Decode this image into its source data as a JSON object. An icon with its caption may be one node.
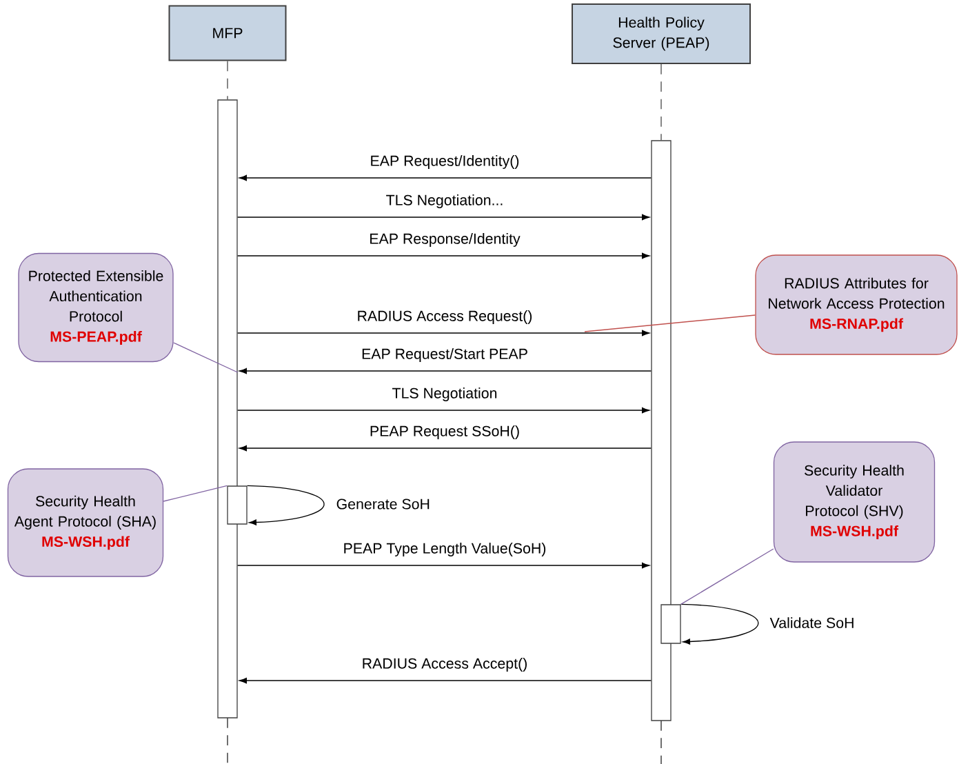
{
  "diagram": {
    "nodes": [
      {
        "text": [
          "MFP"
        ]
      },
      {
        "text": [
          "Health Policy Server (PEAP)"
        ]
      },
      {
        "text": [],
        "shape": "bar"
      },
      {
        "text": [],
        "shape": "bar"
      },
      {
        "text": [],
        "shape": "bar"
      },
      {
        "text": [],
        "shape": "bar"
      },
      {
        "text": [
          "Protected Extensible Authentication Protocol",
          "MS-PEAP.pdf"
        ]
      },
      {
        "text": [
          "RADIUS Attributes for Network Access Protection",
          "MS-RNAP.pdf"
        ]
      },
      {
        "text": [
          "Security Health Agent Protocol (SHA)",
          "MS-WSH.pdf"
        ]
      },
      {
        "text": [
          "Security Health Validator Protocol (SHV)",
          "MS-WSH.pdf"
        ]
      }
    ],
    "edges": [
      {
        "from": 0,
        "to": 2,
        "arrow": "none",
        "style": "dashed"
      },
      {
        "from": 1,
        "to": 3,
        "arrow": "none",
        "style": "dashed"
      },
      {
        "from": 3,
        "to": 2,
        "arrow": "to",
        "label": "EAP Request/Identity()"
      },
      {
        "from": 2,
        "to": 3,
        "arrow": "to",
        "label": "TLS Negotiation..."
      },
      {
        "from": 2,
        "to": 3,
        "arrow": "to",
        "label": "EAP Response/Identity"
      },
      {
        "from": 2,
        "to": 3,
        "arrow": "to",
        "label": "RADIUS Access Request()"
      },
      {
        "from": 3,
        "to": 2,
        "arrow": "to",
        "label": "EAP Request/Start PEAP"
      },
      {
        "from": 2,
        "to": 3,
        "arrow": "to",
        "label": "TLS Negotiation"
      },
      {
        "from": 3,
        "to": 2,
        "arrow": "to",
        "label": "PEAP Request SSoH()"
      },
      {
        "from": 4,
        "to": 4,
        "arrow": "to",
        "label": "Generate SoH"
      },
      {
        "from": 2,
        "to": 3,
        "arrow": "to",
        "label": "PEAP Type Length Value(SoH)"
      },
      {
        "from": 5,
        "to": 5,
        "arrow": "to",
        "label": "Validate SoH"
      },
      {
        "from": 3,
        "to": 2,
        "arrow": "to",
        "label": "RADIUS Access Accept()"
      },
      {
        "from": 6,
        "to": 2,
        "arrow": "none",
        "color": "#8064a2"
      },
      {
        "from": 7,
        "to": null,
        "arrow": "none",
        "color": "#c0504d"
      },
      {
        "from": 8,
        "to": 4,
        "arrow": "none",
        "color": "#8064a2"
      },
      {
        "from": 9,
        "to": 5,
        "arrow": "none",
        "color": "#8064a2"
      }
    ]
  }
}
